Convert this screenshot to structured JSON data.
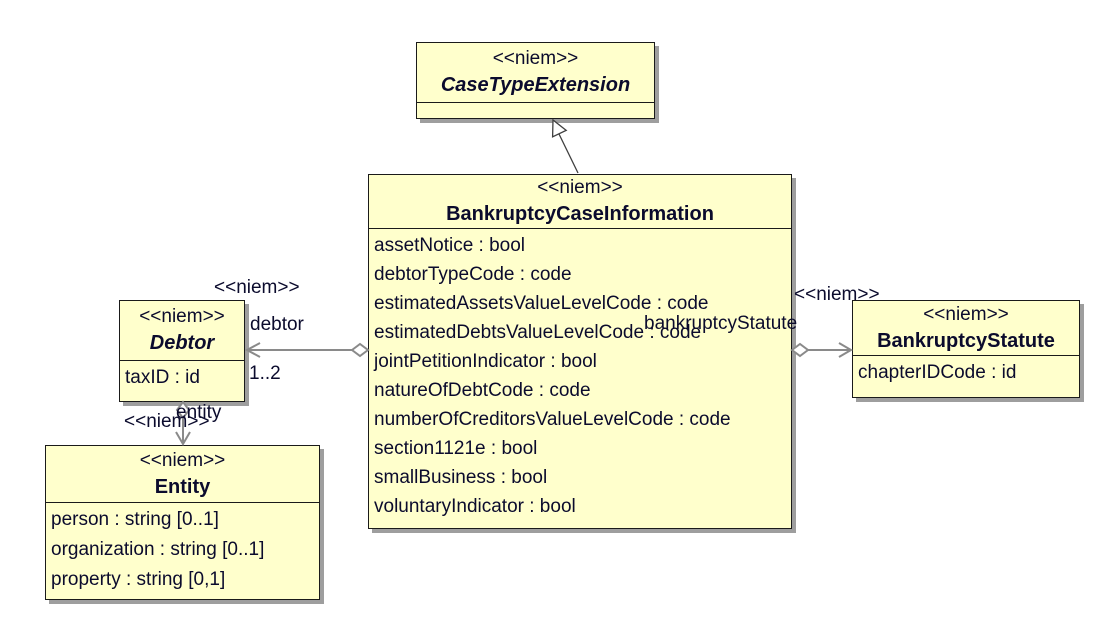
{
  "diagram": {
    "classes": {
      "case_type_extension": {
        "stereotype": "<<niem>>",
        "name": "CaseTypeExtension",
        "attributes": []
      },
      "bankruptcy_case_information": {
        "stereotype": "<<niem>>",
        "name": "BankruptcyCaseInformation",
        "attributes": [
          "assetNotice : bool",
          "debtorTypeCode : code",
          "estimatedAssetsValueLevelCode : code",
          "estimatedDebtsValueLevelCode : code",
          "jointPetitionIndicator : bool",
          "natureOfDebtCode : code",
          "numberOfCreditorsValueLevelCode : code",
          "section1121e : bool",
          "smallBusiness : bool",
          "voluntaryIndicator : bool"
        ]
      },
      "debtor": {
        "stereotype": "<<niem>>",
        "name": "Debtor",
        "attributes": [
          "taxID : id"
        ]
      },
      "entity": {
        "stereotype": "<<niem>>",
        "name": "Entity",
        "attributes": [
          "person : string [0..1]",
          "organization : string [0..1]",
          "property : string [0,1]"
        ]
      },
      "bankruptcy_statute": {
        "stereotype": "<<niem>>",
        "name": "BankruptcyStatute",
        "attributes": [
          "chapterIDCode : id"
        ]
      }
    },
    "associations": {
      "debtor": {
        "stereotype": "<<niem>>",
        "role": "debtor",
        "multiplicity": "1..2"
      },
      "bankruptcy_statute": {
        "stereotype": "<<niem>>",
        "role": "bankruptcyStatute"
      },
      "entity": {
        "stereotype": "<<niem>>",
        "role": "entity"
      }
    },
    "colors": {
      "class_fill": "#ffffcc",
      "border": "#1a1a1a",
      "text": "#0b0b2d",
      "connector": "#8a8a8a",
      "shadow": "#9e9e9e",
      "background": "#ffffff"
    }
  }
}
